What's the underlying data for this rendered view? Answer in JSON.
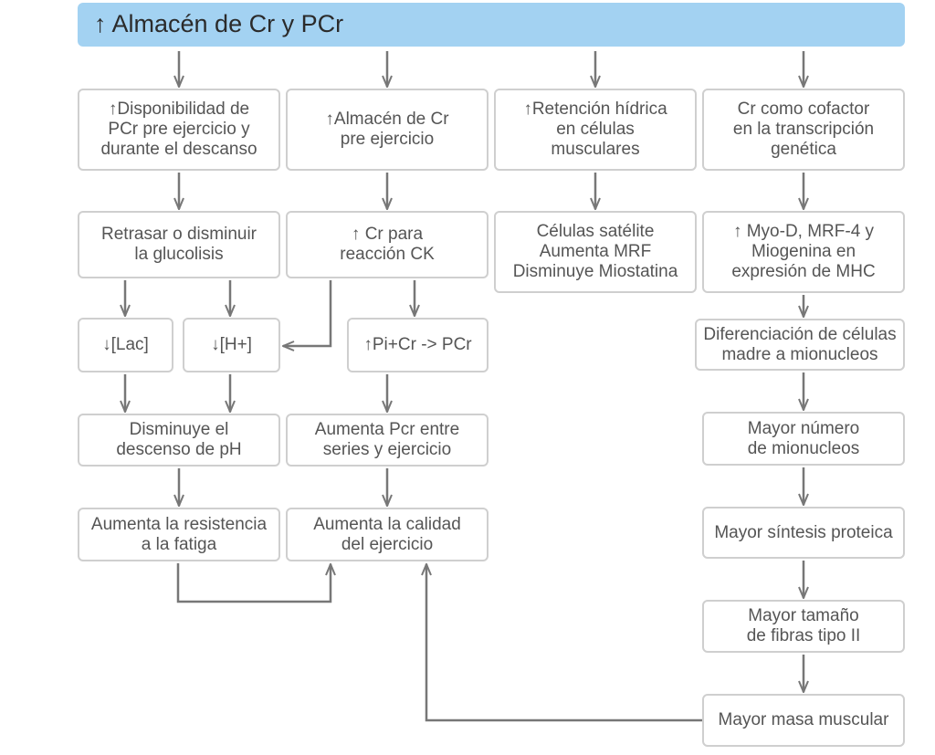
{
  "header": {
    "title": "↑ Almacén de Cr y PCr"
  },
  "boxes": {
    "disponibilidad_pcr": "↑Disponibilidad de\nPCr pre ejercicio y\ndurante el descanso",
    "almacen_cr": "↑Almacén de Cr\npre ejercicio",
    "retencion_hidrica": "↑Retención hídrica\nen células\nmusculares",
    "cr_cofactor": "Cr como cofactor\nen la transcripción\ngenética",
    "retrasar_glucolisis": "Retrasar o disminuir\nla glucolisis",
    "cr_reaccion_ck": "↑ Cr para\nreacción CK",
    "celulas_satelite": "Células satélite\nAumenta MRF\nDisminuye Miostatina",
    "myod_mrf4": "↑ Myo-D, MRF-4 y\nMiogenina en\nexpresión de MHC",
    "lac": "↓[Lac]",
    "h_plus": "↓[H+]",
    "pi_cr_pcr": "↑Pi+Cr -> PCr",
    "diferenciacion": "Diferenciación de células\nmadre a mionucleos",
    "disminuye_ph": "Disminuye el\ndescenso de pH",
    "aumenta_pcr": "Aumenta Pcr entre\nseries y ejercicio",
    "mayor_numero": "Mayor número\nde mionucleos",
    "resistencia_fatiga": "Aumenta la resistencia\na la fatiga",
    "calidad_ejercicio": "Aumenta la calidad\ndel ejercicio",
    "sintesis_proteica": "Mayor síntesis proteica",
    "tamano_fibras": "Mayor tamaño\nde fibras tipo II",
    "masa_muscular": "Mayor masa muscular"
  },
  "colors": {
    "header_fill": "#a3d2f2",
    "box_border": "#cfcfcf",
    "arrow": "#777777",
    "text": "#555555"
  }
}
